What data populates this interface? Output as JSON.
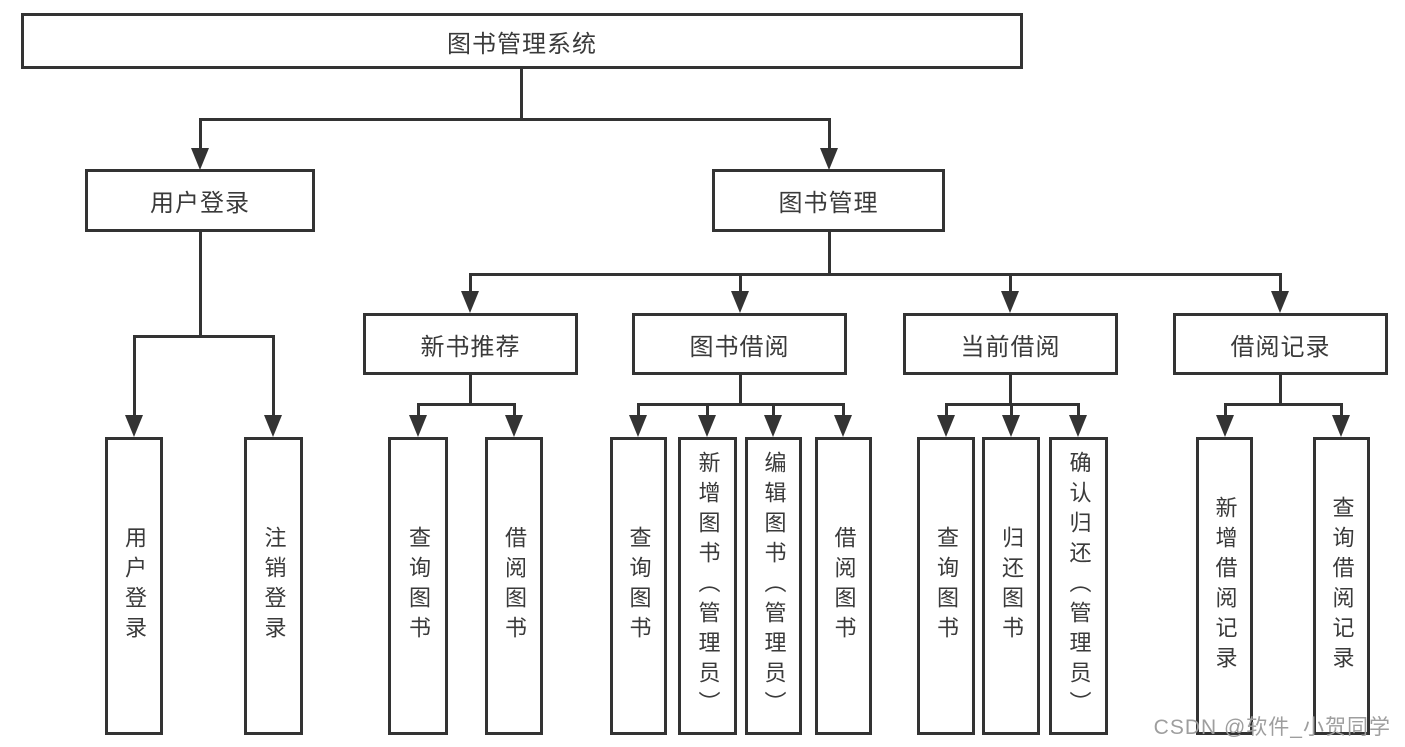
{
  "watermark": "CSDN @软件_小贺同学",
  "colors": {
    "line": "#333333",
    "text": "#3a3a3a",
    "background": "#ffffff",
    "watermark": "#9e9e9e"
  },
  "tree": {
    "root": {
      "label": "图书管理系统"
    },
    "branches": [
      {
        "label": "用户登录",
        "leaves": [
          {
            "label": "用户登录"
          },
          {
            "label": "注销登录"
          }
        ]
      },
      {
        "label": "图书管理",
        "groups": [
          {
            "label": "新书推荐",
            "leaves": [
              {
                "label": "查询图书"
              },
              {
                "label": "借阅图书"
              }
            ]
          },
          {
            "label": "图书借阅",
            "leaves": [
              {
                "label": "查询图书"
              },
              {
                "label": "新增图书（管理员）"
              },
              {
                "label": "编辑图书（管理员）"
              },
              {
                "label": "借阅图书"
              }
            ]
          },
          {
            "label": "当前借阅",
            "leaves": [
              {
                "label": "查询图书"
              },
              {
                "label": "归还图书"
              },
              {
                "label": "确认归还（管理员）"
              }
            ]
          },
          {
            "label": "借阅记录",
            "leaves": [
              {
                "label": "新增借阅记录"
              },
              {
                "label": "查询借阅记录"
              }
            ]
          }
        ]
      }
    ]
  }
}
